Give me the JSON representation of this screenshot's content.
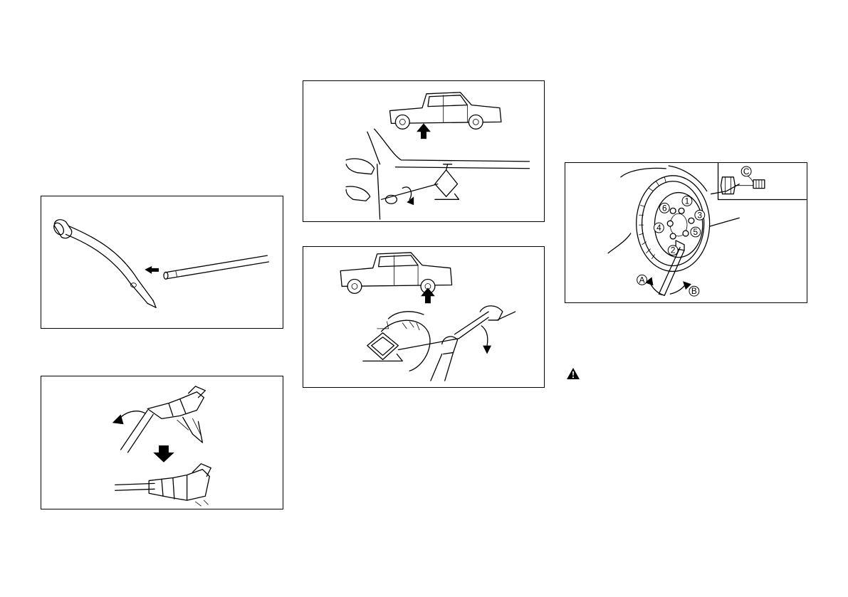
{
  "wheel_callouts": {
    "nut_1": "1",
    "nut_2": "2",
    "nut_3": "3",
    "nut_4": "4",
    "nut_5": "5",
    "nut_6": "6",
    "direction_a": "A",
    "direction_b": "B",
    "inset_c": "C"
  },
  "icons": {
    "warning": "warning-triangle-icon"
  }
}
